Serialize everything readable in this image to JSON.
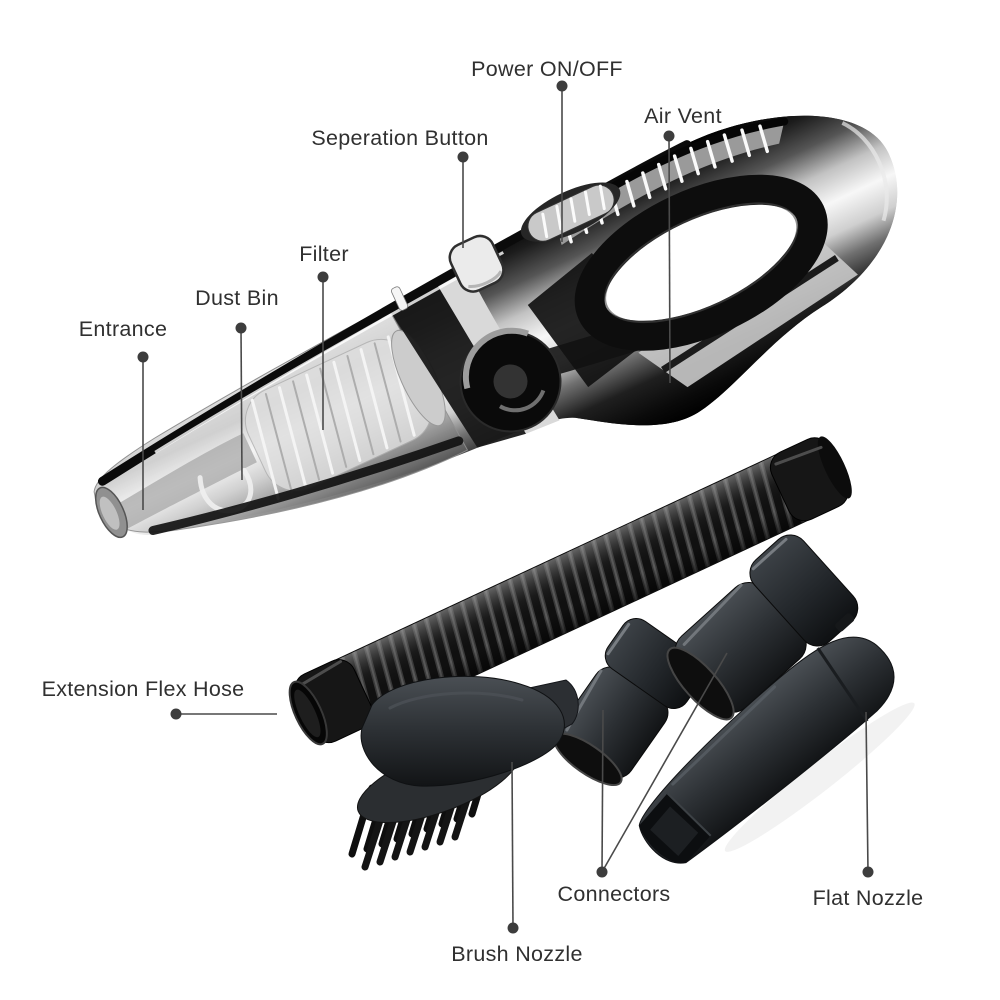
{
  "diagram": {
    "labels": {
      "power_on_off": {
        "text": "Power ON/OFF"
      },
      "separation": {
        "text": "Seperation Button"
      },
      "air_vent": {
        "text": "Air Vent"
      },
      "filter": {
        "text": "Filter"
      },
      "dust_bin": {
        "text": "Dust Bin"
      },
      "entrance": {
        "text": "Entrance"
      },
      "extension_hose": {
        "text": "Extension Flex Hose"
      },
      "connectors": {
        "text": "Connectors"
      },
      "brush_nozzle": {
        "text": "Brush Nozzle"
      },
      "flat_nozzle": {
        "text": "Flat Nozzle"
      }
    },
    "colors": {
      "background": "#ffffff",
      "label_text": "#303030",
      "leader_line": "#4a4a4a",
      "leader_dot": "#3d3d3d",
      "product_black": "#0b0b0b",
      "product_gray": "#9a9a9a",
      "product_silver": "#f5f5f5"
    }
  }
}
